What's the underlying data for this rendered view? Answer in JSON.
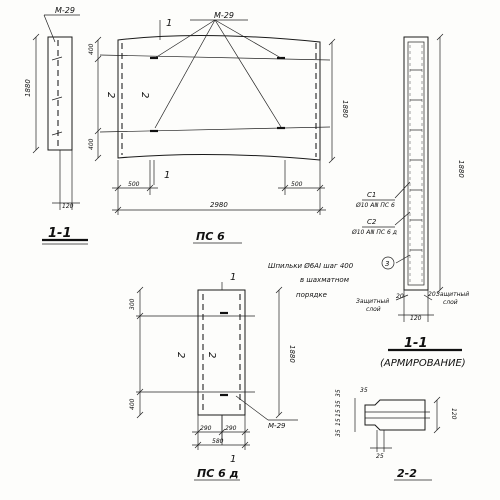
{
  "labels": {
    "m29": "М-29",
    "m29_panel": "М-29",
    "m29_bottom": "М-29",
    "sec11": "1",
    "sec11_bottom": "1",
    "sec11_top_small": "1",
    "sec11_bottom_small": "1",
    "mark2": "2",
    "mark2b": "2",
    "mark2c": "2",
    "mark2d": "2",
    "c1": "С1",
    "c1_sub": "Ø10 АⅢ ПС 6",
    "c2": "С2",
    "c2_sub": "Ø10 АⅢ ПС 6 д",
    "circle3": "3",
    "shpilki_line1": "Шпильки Ø6АⅠ шаг 400",
    "shpilki_line2": "в шахматном",
    "shpilki_line3": "порядке",
    "protective_left": "Защитный",
    "protective_left2": "слой",
    "protective_right": "Защитный",
    "protective_right2": "слой",
    "cover_left": "20",
    "cover_right": "20"
  },
  "dims": {
    "d1880_a": "1880",
    "d120_a": "120",
    "d400_top": "400",
    "d400_bot": "400",
    "d1880_b": "1880",
    "d500_left": "500",
    "d500_right": "500",
    "d2980": "2980",
    "d1880_c": "1880",
    "d120_c": "120",
    "d300_top": "300",
    "d400_b2": "400",
    "d1880_d": "1880",
    "d290_left": "290",
    "d290_right": "290",
    "d580": "580",
    "d35_a": "35",
    "d35_b": "35",
    "d15_a": "15",
    "d15_b": "15",
    "d35_c": "35",
    "d35_d": "35",
    "d25": "25",
    "d120_e": "120"
  },
  "titles": {
    "sect_1_1_left": "1-1",
    "ps6": "ПС 6",
    "sect_1_1_right": "1-1",
    "armirovanie": "(АРМИРОВАНИЕ)",
    "ps6d": "ПС 6 д",
    "sect_2_2": "2-2"
  }
}
